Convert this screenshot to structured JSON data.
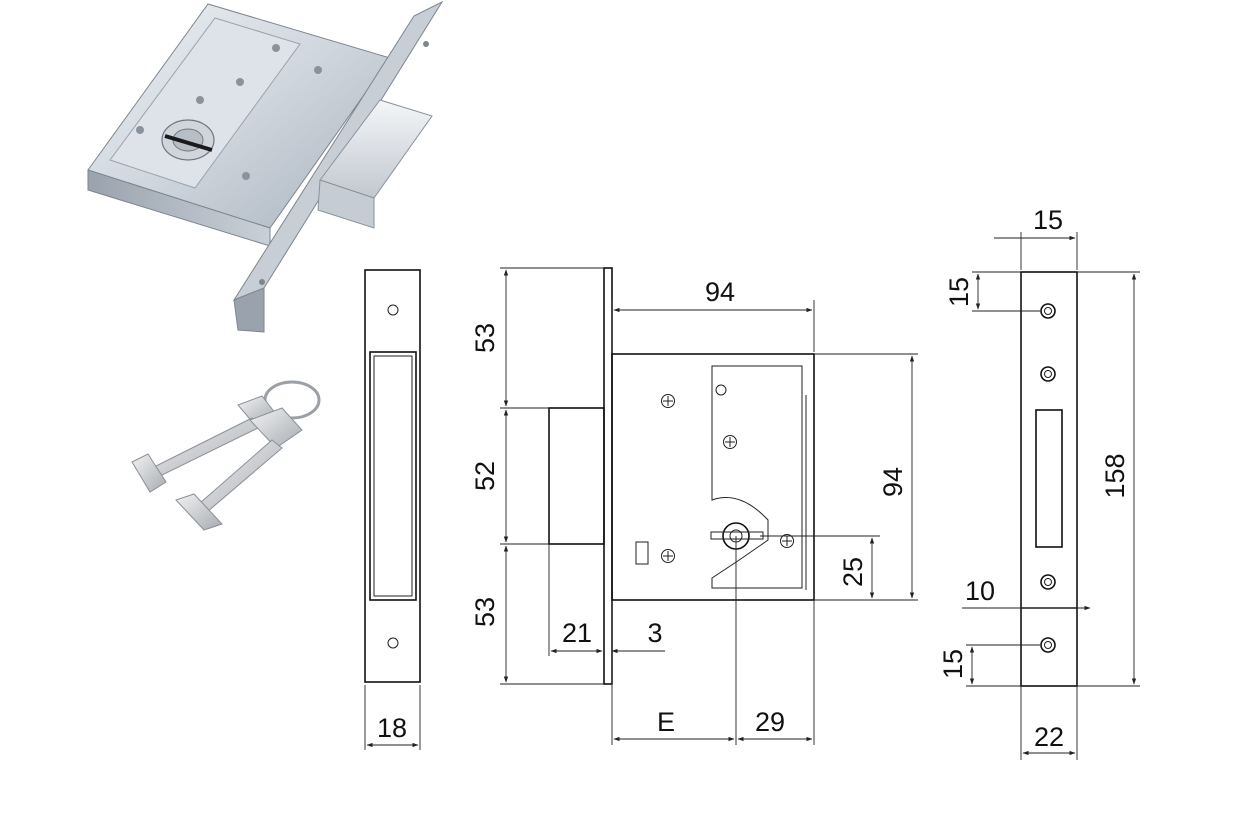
{
  "colors": {
    "line": "#111111",
    "metal_light": "#dfe4ea",
    "metal_mid": "#b9c1cb",
    "metal_dark": "#8a929c",
    "bolt": "#e9ecef"
  },
  "product_photo": {
    "icon": "mortise-lock-photo"
  },
  "keys_photo": {
    "icon": "two-keys-photo"
  },
  "front_plate_view": {
    "dim_width": "18"
  },
  "side_view": {
    "dim_top": "53",
    "dim_middle": "52",
    "dim_bottom": "53",
    "dim_bolt": "21",
    "dim_plate": "3"
  },
  "body_view": {
    "dim_width": "94",
    "dim_height": "94",
    "dim_key_offset": "25",
    "dim_backset": "E",
    "dim_key_right": "29"
  },
  "strike_view": {
    "dim_top_width": "15",
    "dim_top_hole": "15",
    "dim_height": "158",
    "dim_gap": "10",
    "dim_bottom_hole": "15",
    "dim_bottom_width": "22"
  }
}
